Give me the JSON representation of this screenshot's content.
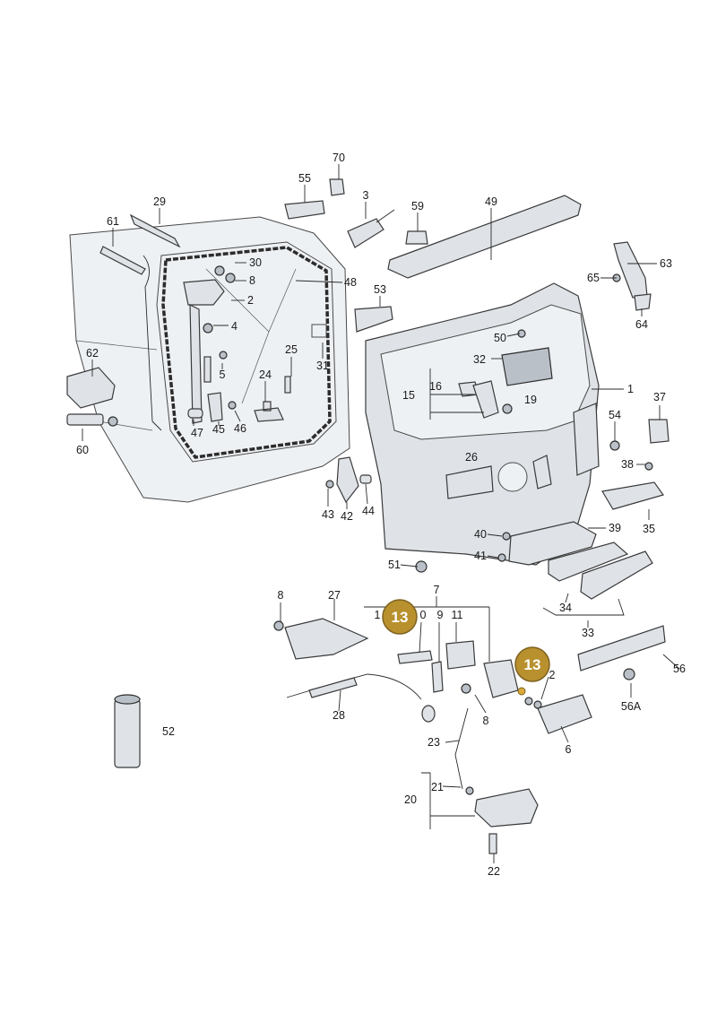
{
  "parts": {
    "p1": "1",
    "p2": "2",
    "p3": "3",
    "p4": "4",
    "p5": "5",
    "p6": "6",
    "p7": "7",
    "p8a": "8",
    "p8b": "8",
    "p8c": "8",
    "p9": "9",
    "p10": "0",
    "p11": "11",
    "p12": "2",
    "p1b": "1",
    "p15": "15",
    "p16": "16",
    "p19": "19",
    "p20": "20",
    "p21": "21",
    "p22": "22",
    "p23": "23",
    "p24": "24",
    "p25": "25",
    "p26": "26",
    "p27": "27",
    "p28": "28",
    "p29": "29",
    "p30": "30",
    "p31": "31",
    "p32": "32",
    "p33": "33",
    "p34": "34",
    "p35": "35",
    "p37": "37",
    "p38": "38",
    "p39": "39",
    "p40": "40",
    "p41": "41",
    "p42": "42",
    "p43": "43",
    "p44": "44",
    "p45": "45",
    "p46": "46",
    "p47": "47",
    "p48": "48",
    "p49": "49",
    "p50": "50",
    "p51": "51",
    "p52": "52",
    "p53": "53",
    "p54": "54",
    "p55": "55",
    "p56": "56",
    "p56a": "56A",
    "p59": "59",
    "p60": "60",
    "p61": "61",
    "p62": "62",
    "p63": "63",
    "p64": "64",
    "p65": "65",
    "p70": "70"
  },
  "badges": {
    "b1": "13",
    "b2": "13"
  },
  "colors": {
    "badge": "#b8902e",
    "line": "#2a2a2a",
    "part": "#dfe3e8"
  }
}
